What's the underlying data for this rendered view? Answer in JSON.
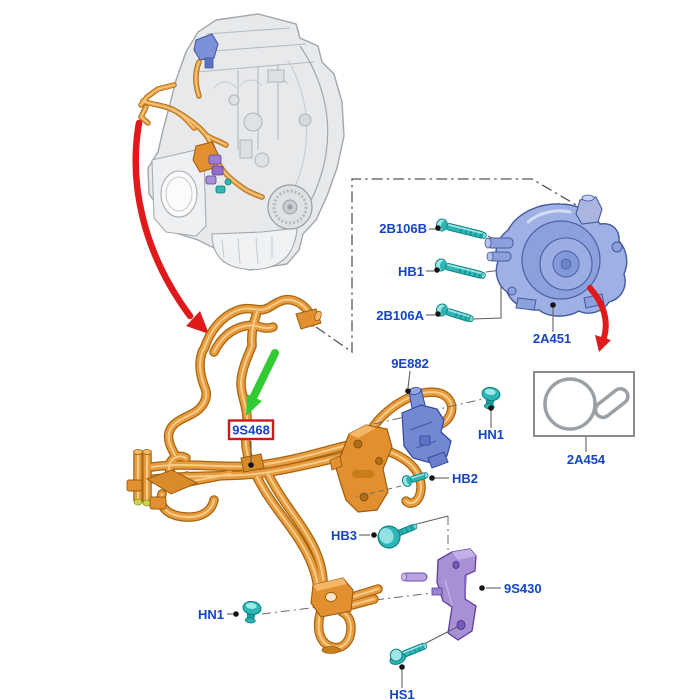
{
  "diagram": {
    "type": "parts-exploded-view",
    "background": "#ffffff"
  },
  "palette": {
    "label_blue": "#1544c4",
    "highlight_box_red": "#cc1b1b",
    "arrow_red": "#e01a1a",
    "arrow_green": "#33cb33",
    "tube_orange": "#e89b3e",
    "fastener_teal": "#2db4b4",
    "pump_blue": "#93a7e0",
    "bracket_purple": "#a98fd4",
    "engine_gray": "#e7e9eb",
    "leader_gray": "#5a5a5a"
  },
  "callouts": [
    {
      "id": "2B106B",
      "label": "2B106B"
    },
    {
      "id": "HB1",
      "label": "HB1"
    },
    {
      "id": "2B106A",
      "label": "2B106A"
    },
    {
      "id": "2A451",
      "label": "2A451"
    },
    {
      "id": "2A454",
      "label": "2A454"
    },
    {
      "id": "9E882",
      "label": "9E882"
    },
    {
      "id": "HN1-upper",
      "label": "HN1"
    },
    {
      "id": "HB2",
      "label": "HB2"
    },
    {
      "id": "HB3",
      "label": "HB3"
    },
    {
      "id": "9S430",
      "label": "9S430"
    },
    {
      "id": "HN1-lower",
      "label": "HN1"
    },
    {
      "id": "HS1",
      "label": "HS1"
    },
    {
      "id": "9S468",
      "label": "9S468",
      "highlighted": true
    }
  ]
}
